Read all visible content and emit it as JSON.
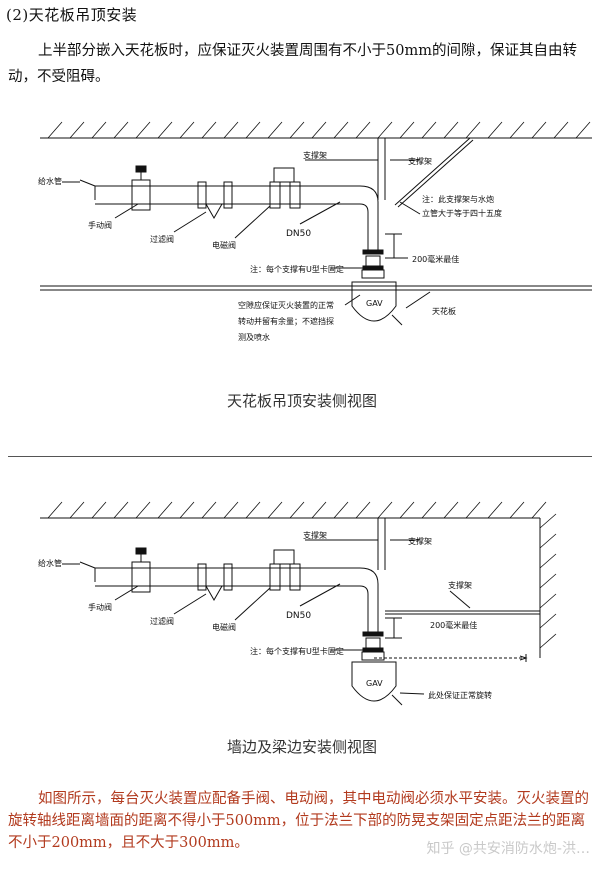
{
  "heading": "(2)天花板吊顶安装",
  "intro": "上半部分嵌入天花板时，应保证灭火装置周围有不小于50mm的间隙，保证其自由转动，不受阻碍。",
  "diagram1": {
    "caption": "天花板吊顶安装侧视图",
    "labels": {
      "water_pipe": "给水管",
      "manual_valve": "手动阀",
      "filter_valve": "过滤阀",
      "solenoid_valve": "电磁阀",
      "dn": "DN50",
      "support1": "支撑架",
      "support2": "支撑架",
      "note_angle_1": "注：此支撑架与水炮",
      "note_angle_2": "立管大于等于四十五度",
      "note_ubolt": "注：每个支撑有U型卡固定",
      "dist200": "200毫米最佳",
      "gap_1": "空隙应保证灭火装置的正常",
      "gap_2": "转动并留有余量；不遮挡探",
      "gap_3": "测及喷水",
      "ceiling": "天花板",
      "device": "GAV"
    }
  },
  "diagram2": {
    "caption": "墙边及梁边安装侧视图",
    "labels": {
      "water_pipe": "给水管",
      "manual_valve": "手动阀",
      "filter_valve": "过滤阀",
      "solenoid_valve": "电磁阀",
      "dn": "DN50",
      "support1": "支撑架",
      "support2": "支撑架",
      "note_ubolt": "注：每个支撑有U型卡固定",
      "dist200": "200毫米最佳",
      "rotation": "此处保证正常旋转",
      "device": "GAV"
    }
  },
  "footer": "如图所示，每台灭火装置应配备手阀、电动阀，其中电动阀必须水平安装。灭火装置的旋转轴线距离墙面的距离不得小于500mm，位于法兰下部的防晃支架固定点距法兰的距离不小于200mm，且不大于300mm。",
  "watermark": "知乎 @共安消防水炮-洪…"
}
